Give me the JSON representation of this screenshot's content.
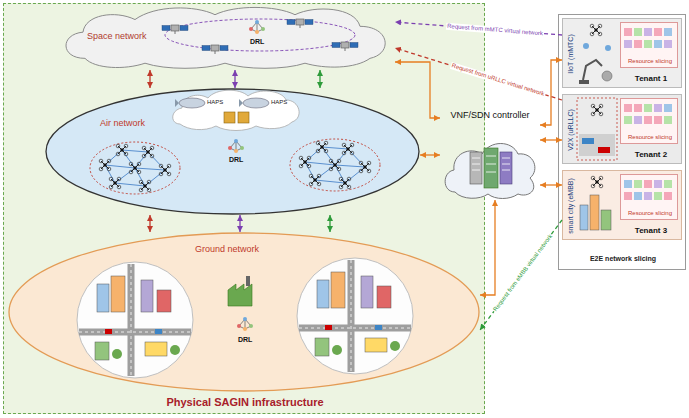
{
  "diagram": {
    "nodes": [
      {
        "text": [
          "Physical SAGIN infrastructure"
        ]
      },
      {
        "text": [
          "Space network"
        ],
        "in": 0
      },
      {
        "text": [
          "Air network"
        ],
        "in": 0
      },
      {
        "text": [
          "Ground network"
        ],
        "in": 0
      },
      {
        "text": [
          "VNF/SDN controller"
        ]
      },
      {
        "text": [
          "E2E network slicing"
        ]
      },
      {
        "text": [
          "IIoT (mMTC)",
          "Tenant 1"
        ],
        "in": 5
      },
      {
        "text": [
          "Resource slicing"
        ],
        "in": 6
      },
      {
        "text": [
          "V2X (uRLLC)",
          "Tenant 2"
        ],
        "in": 5
      },
      {
        "text": [
          "Resource slicing"
        ],
        "in": 8
      },
      {
        "text": [
          "smart city (eMBB)",
          "Tenant 3"
        ],
        "in": 5
      },
      {
        "text": [
          "Resource slicing"
        ],
        "in": 10
      }
    ],
    "edges": [
      {
        "from": 1,
        "to": 2,
        "arrow": "both"
      },
      {
        "from": 1,
        "to": 2,
        "arrow": "both"
      },
      {
        "from": 1,
        "to": 2,
        "arrow": "both"
      },
      {
        "from": 2,
        "to": 3,
        "arrow": "both"
      },
      {
        "from": 2,
        "to": 3,
        "arrow": "both"
      },
      {
        "from": 2,
        "to": 3,
        "arrow": "both"
      },
      {
        "from": 4,
        "to": 1,
        "arrow": "both"
      },
      {
        "from": 4,
        "to": 2,
        "arrow": "both"
      },
      {
        "from": 4,
        "to": 3,
        "arrow": "both"
      },
      {
        "from": 4,
        "to": 6,
        "arrow": "both"
      },
      {
        "from": 4,
        "to": 8,
        "arrow": "both"
      },
      {
        "from": 4,
        "to": 10,
        "arrow": "both"
      },
      {
        "from": 6,
        "to": 1,
        "label": "Request from mMTC virtual network",
        "arrow": "to"
      },
      {
        "from": 8,
        "to": 1,
        "label": "Request from uRLLC virtual network",
        "arrow": "to"
      },
      {
        "from": 10,
        "to": 3,
        "label": "Request from eMBB virtual network",
        "arrow": "to"
      }
    ],
    "labels": [
      "DRL",
      "HAPS",
      "HAPS",
      "DRL",
      "DRL"
    ]
  }
}
